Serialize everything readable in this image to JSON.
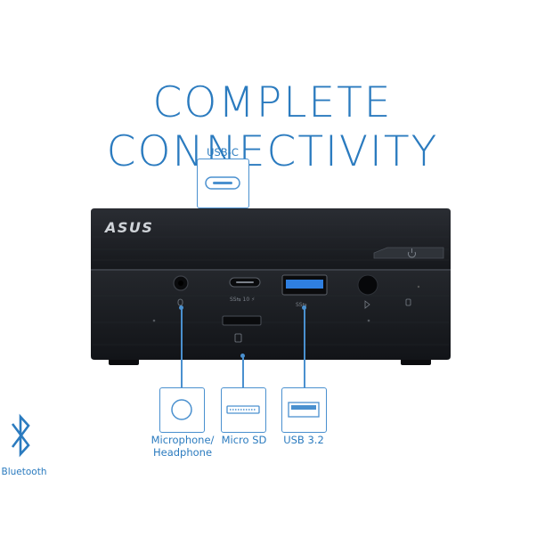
{
  "headline": "COMPLETE CONNECTIVITY",
  "device": {
    "brand_logo": "ASUS",
    "port_markings": {
      "usb_c": "SS⇆ 10 ⚡",
      "usb_a": "SS⇆"
    }
  },
  "callouts": {
    "usb_c": {
      "label": "USB-C",
      "icon": "usb-c-port-icon"
    },
    "microphone": {
      "label": "Microphone/\nHeadphone",
      "icon": "audio-jack-icon"
    },
    "micro_sd": {
      "label": "Micro SD",
      "icon": "micro-sd-slot-icon"
    },
    "usb_32": {
      "label": "USB 3.2",
      "icon": "usb-a-port-icon"
    }
  },
  "bluetooth": {
    "label": "Bluetooth",
    "icon": "bluetooth-icon"
  },
  "colors": {
    "accent": "#2b7bbf",
    "device_body": "#1a1c20",
    "usb3_blue": "#2f7fe0"
  }
}
